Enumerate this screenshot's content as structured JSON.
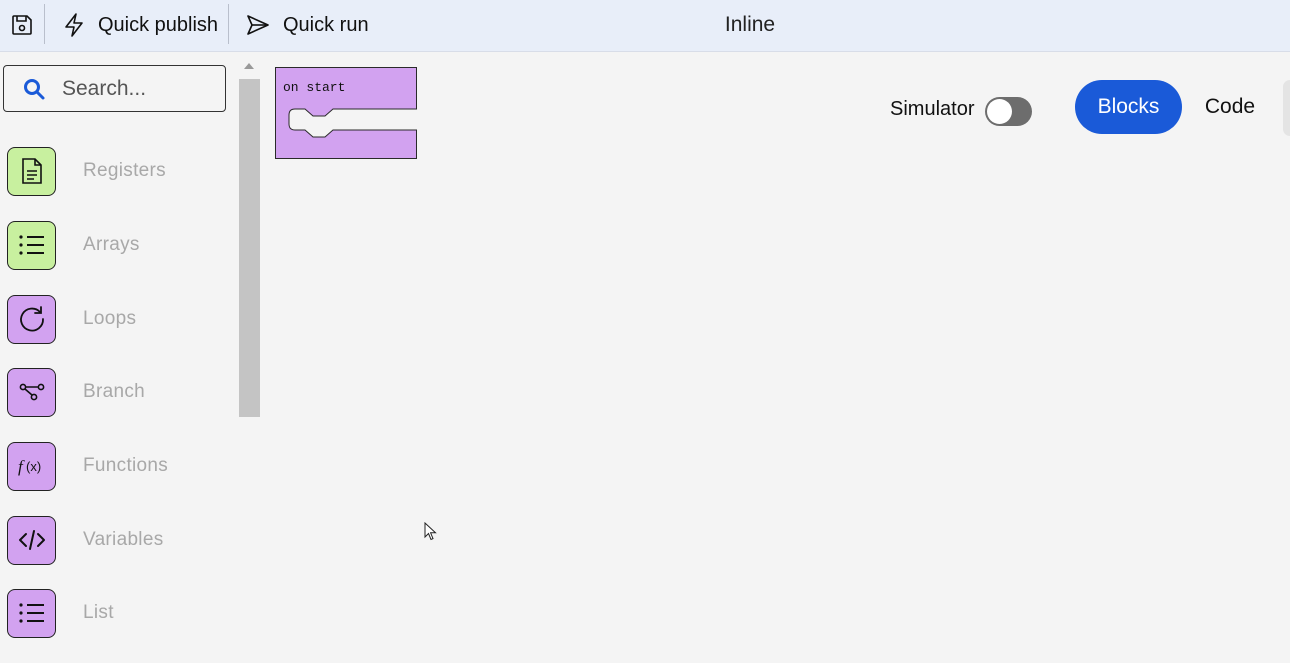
{
  "toolbar": {
    "save_icon": "save-icon",
    "publish_label": "Quick publish",
    "publish_icon": "lightning-icon",
    "run_label": "Quick run",
    "run_icon": "send-icon",
    "title": "Inline"
  },
  "search": {
    "placeholder": "Search...",
    "value": "",
    "icon": "search-icon"
  },
  "categories": [
    {
      "label": "Registers",
      "icon": "document-icon",
      "color": "#c8f09f"
    },
    {
      "label": "Arrays",
      "icon": "list-icon",
      "color": "#c8f09f"
    },
    {
      "label": "Loops",
      "icon": "loop-icon",
      "color": "#d2a2f0"
    },
    {
      "label": "Branch",
      "icon": "branch-icon",
      "color": "#d2a2f0"
    },
    {
      "label": "Functions",
      "icon": "function-icon",
      "color": "#d2a2f0"
    },
    {
      "label": "Variables",
      "icon": "code-icon",
      "color": "#d2a2f0"
    },
    {
      "label": "List",
      "icon": "list-icon",
      "color": "#d2a2f0"
    }
  ],
  "workspace": {
    "block_label": "on start",
    "block_color": "#d2a2f0"
  },
  "controls": {
    "simulator_label": "Simulator",
    "simulator_on": false,
    "blocks_label": "Blocks",
    "code_label": "Code",
    "accent": "#1a5ad8"
  }
}
